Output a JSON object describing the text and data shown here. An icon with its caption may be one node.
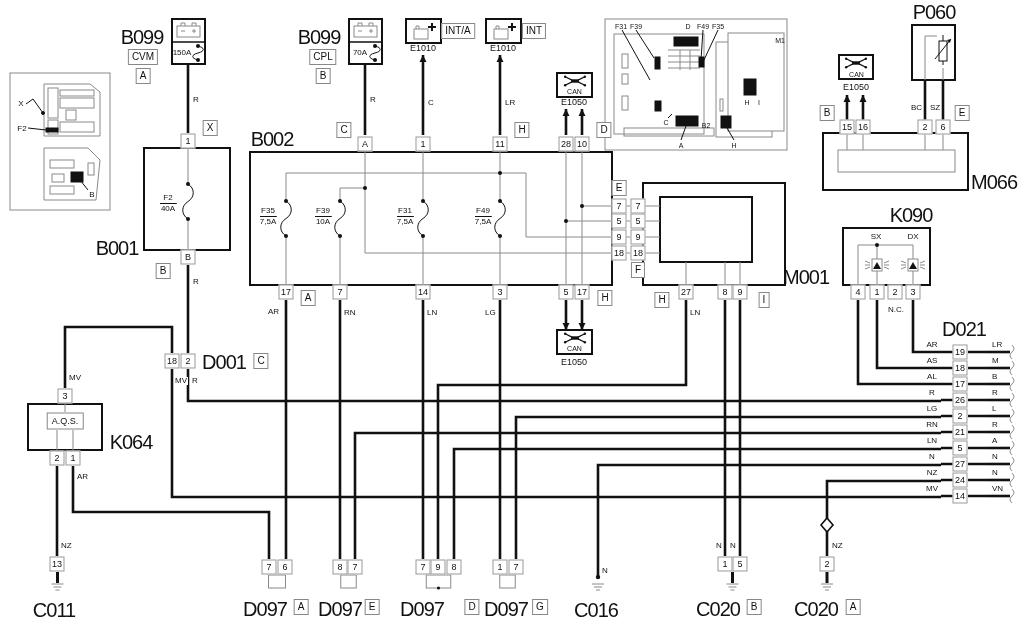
{
  "diagram": {
    "nodes": [
      {
        "text": [
          "B099",
          "150A"
        ],
        "beside": [
          "CVM",
          "A"
        ]
      },
      {
        "text": [
          "B099",
          "70A"
        ],
        "beside": [
          "CPL",
          "B"
        ]
      },
      {
        "text": [
          "E1010"
        ],
        "beside": [
          "INT/A"
        ]
      },
      {
        "text": [
          "E1010"
        ],
        "beside": [
          "INT"
        ]
      },
      {
        "text": [
          "CAN",
          "E1050"
        ]
      },
      {
        "text": [
          "B002"
        ],
        "beside": [
          "C",
          "H",
          "E",
          "A",
          "H"
        ]
      },
      {
        "text": [
          "B001"
        ],
        "beside": [
          "X",
          "B"
        ]
      },
      {
        "text": [
          "M001"
        ],
        "beside": [
          "H",
          "I"
        ]
      },
      {
        "text": [
          "X",
          "F2",
          "B"
        ]
      },
      {
        "text": [
          "F31",
          "F39",
          "D",
          "F49",
          "F35",
          "M1",
          "H",
          "I",
          "C",
          "B2",
          "A",
          "H"
        ]
      },
      {
        "text": [
          "CAN",
          "E1050"
        ]
      },
      {
        "text": [
          "P060"
        ]
      },
      {
        "text": [
          "M066"
        ],
        "beside": [
          "B",
          "E"
        ]
      },
      {
        "text": [
          "K090",
          "SX",
          "DX"
        ]
      },
      {
        "text": [
          "D021"
        ]
      },
      {
        "text": [
          "D001"
        ],
        "beside": [
          "C"
        ]
      },
      {
        "text": [
          "A.Q.S.",
          "K064"
        ]
      },
      {
        "text": [
          "C011"
        ]
      },
      {
        "text": [
          "D097"
        ],
        "beside": [
          "A"
        ]
      },
      {
        "text": [
          "D097"
        ],
        "beside": [
          "E"
        ]
      },
      {
        "text": [
          "D097"
        ],
        "beside": [
          "D"
        ]
      },
      {
        "text": [
          "D097"
        ],
        "beside": [
          "G"
        ]
      },
      {
        "text": [
          "C016"
        ]
      },
      {
        "text": [
          "C020"
        ],
        "beside": [
          "B"
        ]
      },
      {
        "text": [
          "C020"
        ],
        "beside": [
          "A"
        ]
      },
      {
        "text": [
          "CAN",
          "E1050"
        ]
      }
    ],
    "edges": [
      {
        "from": 0,
        "to": 6,
        "arrow": "none",
        "label": "R"
      },
      {
        "from": 6,
        "to": 15,
        "arrow": "none",
        "label": "R"
      },
      {
        "from": 15,
        "to": 14,
        "arrow": "none",
        "label": "R"
      },
      {
        "from": 16,
        "to": 15,
        "arrow": "none",
        "label": "MV"
      },
      {
        "from": 15,
        "to": 14,
        "arrow": "none",
        "label": "MV"
      },
      {
        "from": 16,
        "to": 17,
        "arrow": "none",
        "label": "NZ"
      },
      {
        "from": 16,
        "to": 18,
        "arrow": "none",
        "label": "AR"
      },
      {
        "from": 1,
        "to": 5,
        "arrow": "none",
        "label": "R"
      },
      {
        "from": 5,
        "to": 2,
        "arrow": "to",
        "label": "C"
      },
      {
        "from": 5,
        "to": 3,
        "arrow": "to",
        "label": "LR"
      },
      {
        "from": 5,
        "to": 4,
        "arrow": "to"
      },
      {
        "from": 5,
        "to": 4,
        "arrow": "to"
      },
      {
        "from": 5,
        "to": 7,
        "arrow": "none",
        "color": "#8a8a8a"
      },
      {
        "from": 5,
        "to": 7,
        "arrow": "none",
        "color": "#8a8a8a"
      },
      {
        "from": 5,
        "to": 7,
        "arrow": "none",
        "color": "#8a8a8a"
      },
      {
        "from": 5,
        "to": 7,
        "arrow": "none",
        "color": "#8a8a8a"
      },
      {
        "from": 5,
        "to": 18,
        "arrow": "none",
        "label": "AR"
      },
      {
        "from": 5,
        "to": 19,
        "arrow": "none",
        "label": "RN"
      },
      {
        "from": 5,
        "to": 20,
        "arrow": "none",
        "label": "LN"
      },
      {
        "from": 5,
        "to": 21,
        "arrow": "none",
        "label": "LG"
      },
      {
        "from": 5,
        "to": 25,
        "arrow": "to"
      },
      {
        "from": 5,
        "to": 25,
        "arrow": "to"
      },
      {
        "from": 7,
        "to": 20,
        "arrow": "none",
        "label": "LN"
      },
      {
        "from": 7,
        "to": 23,
        "arrow": "none",
        "label": "N"
      },
      {
        "from": 7,
        "to": 23,
        "arrow": "none",
        "label": "N"
      },
      {
        "from": 12,
        "to": 10,
        "arrow": "to"
      },
      {
        "from": 12,
        "to": 10,
        "arrow": "to"
      },
      {
        "from": 11,
        "to": 12,
        "arrow": "none",
        "label": "BC"
      },
      {
        "from": 11,
        "to": 12,
        "arrow": "none",
        "label": "SZ"
      },
      {
        "from": 13,
        "to": 14,
        "arrow": "none"
      },
      {
        "from": 13,
        "to": 14,
        "arrow": "none"
      },
      {
        "from": 13,
        "to": 14,
        "arrow": "none"
      },
      {
        "from": 21,
        "to": 14,
        "arrow": "none"
      },
      {
        "from": 19,
        "to": 14,
        "arrow": "none"
      },
      {
        "from": 20,
        "to": 14,
        "arrow": "none"
      },
      {
        "from": 22,
        "to": 14,
        "arrow": "none",
        "label": "N"
      },
      {
        "from": 24,
        "to": 14,
        "arrow": "none",
        "label": "NZ"
      },
      {
        "from": 14,
        "to": null,
        "arrow": "none",
        "label": "LR"
      },
      {
        "from": 14,
        "to": null,
        "arrow": "none",
        "label": "M"
      },
      {
        "from": 14,
        "to": null,
        "arrow": "none",
        "label": "B"
      },
      {
        "from": 14,
        "to": null,
        "arrow": "none",
        "label": "R"
      },
      {
        "from": 14,
        "to": null,
        "arrow": "none",
        "label": "L"
      },
      {
        "from": 14,
        "to": null,
        "arrow": "none",
        "label": "R"
      },
      {
        "from": 14,
        "to": null,
        "arrow": "none",
        "label": "A"
      },
      {
        "from": 14,
        "to": null,
        "arrow": "none",
        "label": "N"
      },
      {
        "from": 14,
        "to": null,
        "arrow": "none",
        "label": "N"
      },
      {
        "from": 14,
        "to": null,
        "arrow": "none",
        "label": "VN"
      }
    ],
    "labels": [
      "1",
      "F2 40A",
      "B",
      "A",
      "1",
      "11",
      "28",
      "10",
      "F35 7,5A",
      "F39 10A",
      "F31 7,5A",
      "F49 7,5A",
      "7",
      "5",
      "9",
      "18",
      "7",
      "5",
      "9",
      "18",
      "17",
      "7",
      "14",
      "3",
      "5",
      "17",
      "27",
      "8",
      "9",
      "15",
      "16",
      "2",
      "6",
      "4",
      "1",
      "2",
      "3",
      "N.C.",
      "18",
      "2",
      "3",
      "2",
      "1",
      "AR",
      "19",
      "AS",
      "18",
      "AL",
      "17",
      "R",
      "26",
      "LG",
      "2",
      "RN",
      "21",
      "LN",
      "5",
      "N",
      "27",
      "NZ",
      "24",
      "MV",
      "14",
      "13",
      "7",
      "6",
      "8",
      "7",
      "7",
      "9",
      "8",
      "1",
      "7",
      "1",
      "5",
      "2",
      "D",
      "F"
    ]
  }
}
